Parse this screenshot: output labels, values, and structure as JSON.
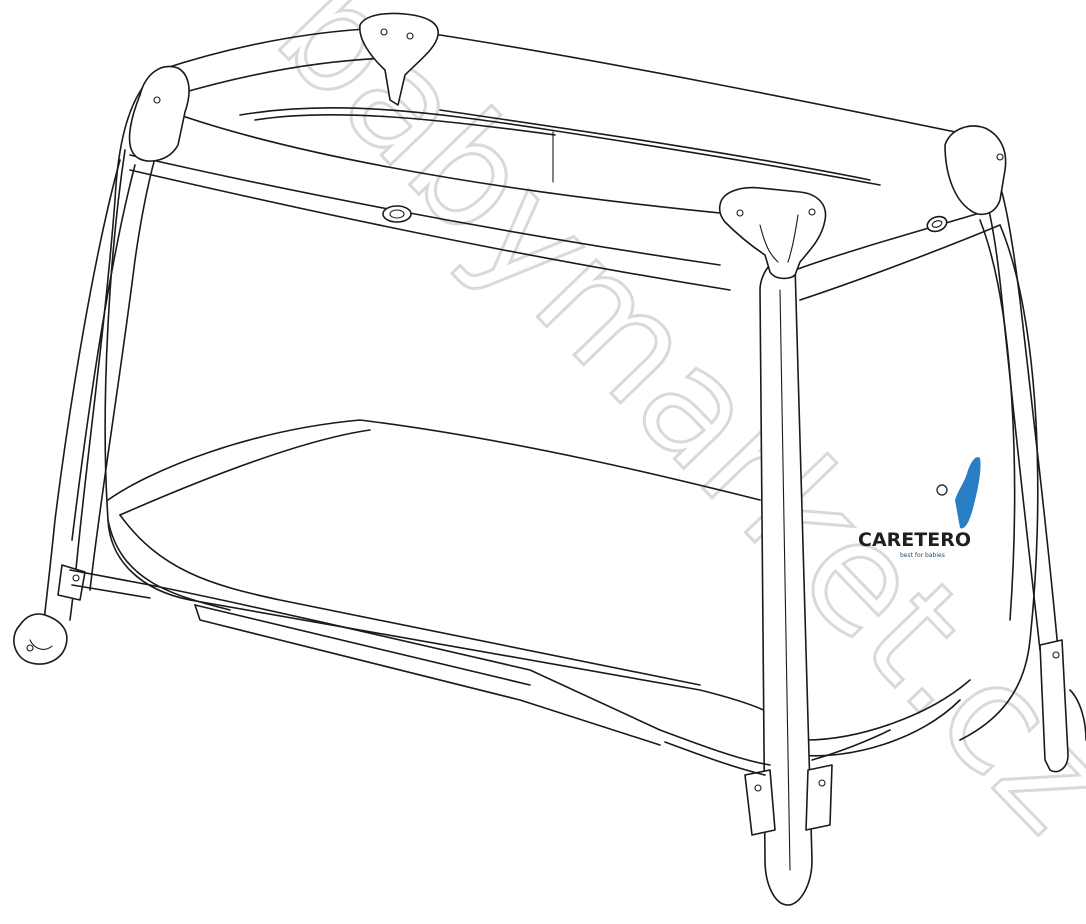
{
  "watermark": {
    "text": "babymarket.cz"
  },
  "logo": {
    "brand": "CARETERO",
    "tagline": "best for babies",
    "accent_color": "#2a7fc4",
    "text_color": "#1f1f1f"
  },
  "illustration": {
    "subject_icon": "travel-cot-icon",
    "line_color": "#1a1a1a",
    "background": "#ffffff"
  }
}
